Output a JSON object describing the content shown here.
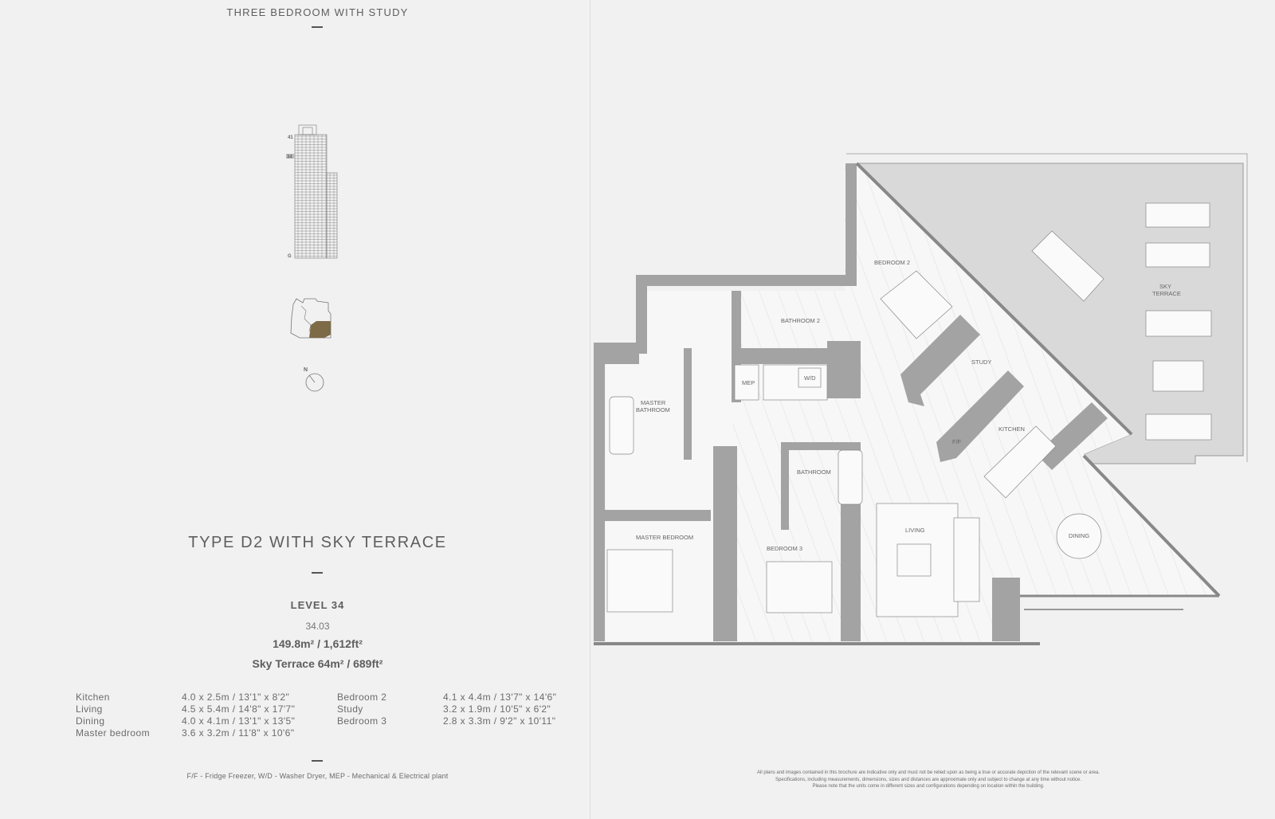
{
  "header": {
    "title": "THREE BEDROOM WITH STUDY"
  },
  "building": {
    "floor_top": "41",
    "floor_current": "34",
    "floor_ground": "G",
    "compass": "N",
    "highlight_color": "#7d6a47"
  },
  "unit": {
    "type_title": "TYPE D2 WITH SKY TERRACE",
    "level": "LEVEL 34",
    "number": "34.03",
    "area": "149.8m² / 1,612ft²",
    "terrace_area": "Sky Terrace 64m² / 689ft²"
  },
  "rooms_left": [
    {
      "name": "Kitchen",
      "size": "4.0 x 2.5m / 13'1\" x 8'2\""
    },
    {
      "name": "Living",
      "size": "4.5 x 5.4m / 14'8\" x 17'7\""
    },
    {
      "name": "Dining",
      "size": "4.0 x 4.1m / 13'1\" x 13'5\""
    },
    {
      "name": "Master bedroom",
      "size": "3.6 x 3.2m / 11'8\" x 10'6\""
    }
  ],
  "rooms_right": [
    {
      "name": "Bedroom 2",
      "size": "4.1 x 4.4m / 13'7\" x 14'6\""
    },
    {
      "name": "Study",
      "size": "3.2 x 1.9m / 10'5\" x 6'2\""
    },
    {
      "name": "Bedroom 3",
      "size": "2.8 x 3.3m / 9'2\" x 10'11\""
    }
  ],
  "footnote": "F/F - Fridge Freezer, W/D - Washer Dryer, MEP - Mechanical & Electrical plant",
  "disclaimer": [
    "All plans and images contained in this brochure are indicative only and must not be relied upon as being a true or accurate depiction of the relevant scene or area.",
    "Specifications, including measurements, dimensions, sizes and distances are approximate only and subject to change at any time without notice.",
    "Please note that the units come in different sizes and configurations depending on location within the building."
  ],
  "plan": {
    "labels": {
      "bedroom2": "BEDROOM 2",
      "bathroom2": "BATHROOM 2",
      "mep": "MEP",
      "wd": "W/D",
      "master_bathroom_1": "MASTER",
      "master_bathroom_2": "BATHROOM",
      "study": "STUDY",
      "kitchen": "KITCHEN",
      "ff": "F/F",
      "bathroom": "BATHROOM",
      "living": "LIVING",
      "dining": "DINING",
      "master_bedroom": "MASTER BEDROOM",
      "bedroom3": "BEDROOM 3",
      "sky_terrace_1": "SKY",
      "sky_terrace_2": "TERRACE"
    },
    "colors": {
      "wall": "#a3a3a3",
      "terrace": "#d9d9d9",
      "floor": "#f7f7f7"
    }
  }
}
